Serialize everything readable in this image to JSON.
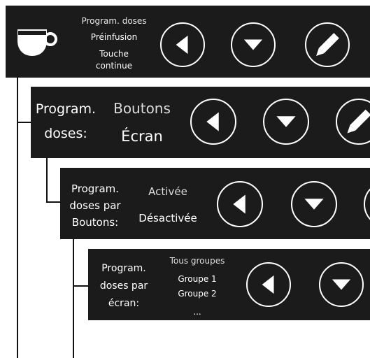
{
  "level1": {
    "icon": "coffee-cup-icon",
    "options": [
      "Program. doses",
      "Préinfusion",
      "Touche continue"
    ],
    "option_touche": "Touche",
    "option_continue": "continue",
    "buttons": [
      "back-icon",
      "down-icon",
      "edit-icon"
    ]
  },
  "level2": {
    "label_line1": "Program.",
    "label_line2": "doses:",
    "options": [
      "Boutons",
      "Écran"
    ],
    "buttons": [
      "back-icon",
      "down-icon",
      "edit-icon"
    ]
  },
  "level3": {
    "label_line1": "Program.",
    "label_line2": "doses par",
    "label_line3": "Boutons:",
    "options": [
      "Activée",
      "Désactivée"
    ],
    "buttons": [
      "back-icon",
      "down-icon"
    ]
  },
  "level4": {
    "label_line1": "Program.",
    "label_line2": "doses par",
    "label_line3": "écran:",
    "options": [
      "Tous groupes",
      "Groupe 1",
      "Groupe 2",
      "..."
    ],
    "buttons": [
      "back-icon",
      "down-icon"
    ]
  },
  "colors": {
    "panel": "#1b1b1b",
    "text": "#ffffff",
    "connector": "#111111"
  }
}
